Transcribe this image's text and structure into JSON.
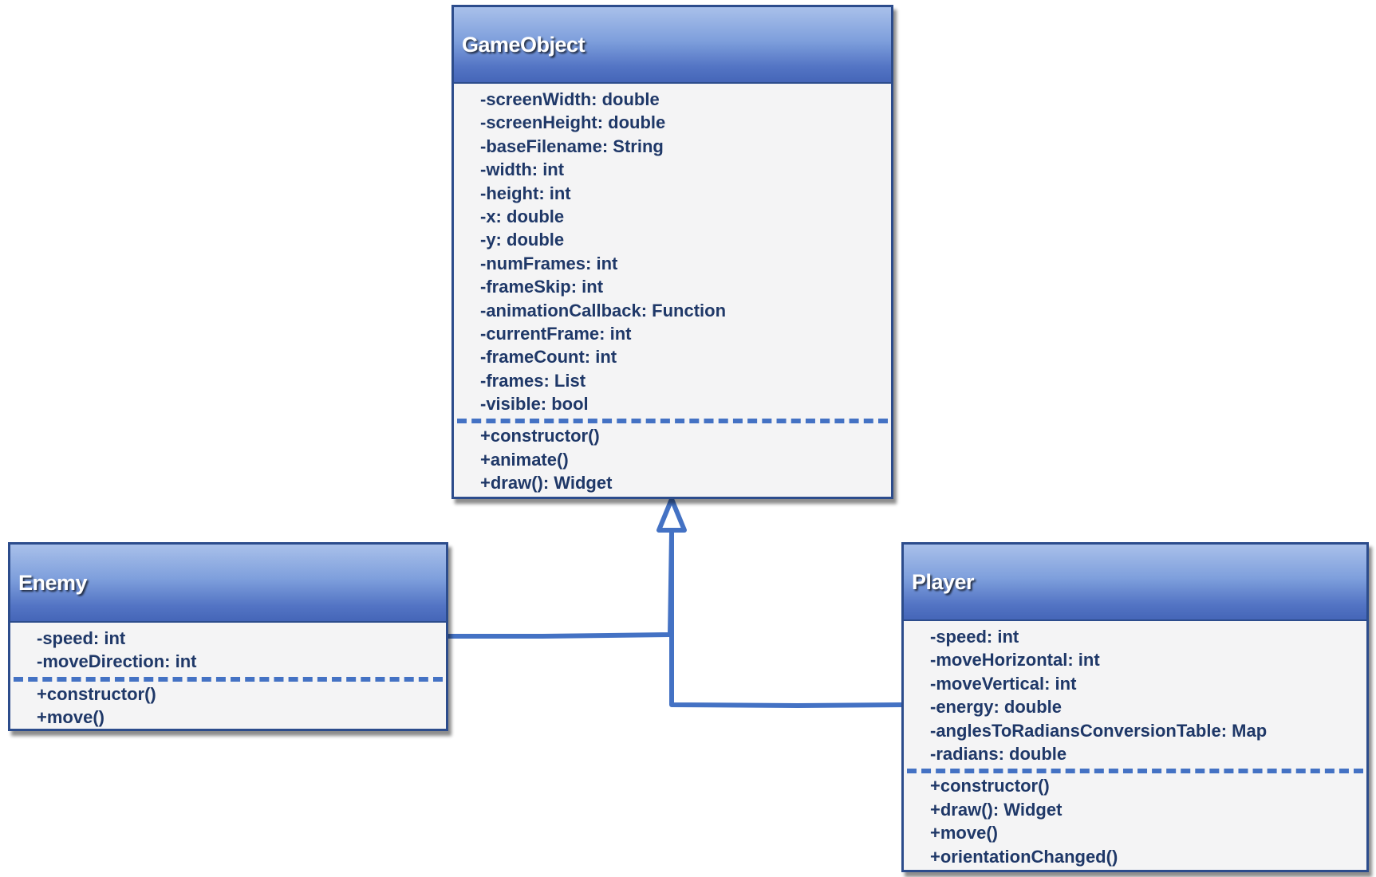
{
  "colors": {
    "header_top": "#a9c0ea",
    "header_bottom": "#4566b8",
    "border": "#2c4c8c",
    "body_fill": "#f4f4f5",
    "member_text": "#1f3868",
    "connector": "#4472c4"
  },
  "classes": {
    "gameobject": {
      "name": "GameObject",
      "attributes": [
        "-screenWidth: double",
        "-screenHeight: double",
        "-baseFilename: String",
        "-width: int",
        "-height: int",
        "-x: double",
        "-y: double",
        "-numFrames: int",
        "-frameSkip: int",
        "-animationCallback: Function",
        "-currentFrame: int",
        "-frameCount: int",
        "-frames: List",
        "-visible: bool"
      ],
      "methods": [
        "+constructor()",
        "+animate()",
        "+draw(): Widget"
      ]
    },
    "enemy": {
      "name": "Enemy",
      "attributes": [
        "-speed: int",
        "-moveDirection: int"
      ],
      "methods": [
        "+constructor()",
        "+move()"
      ]
    },
    "player": {
      "name": "Player",
      "attributes": [
        "-speed: int",
        "-moveHorizontal: int",
        "-moveVertical: int",
        "-energy: double",
        "-anglesToRadiansConversionTable: Map",
        "-radians: double"
      ],
      "methods": [
        "+constructor()",
        "+draw(): Widget",
        "+move()",
        "+orientationChanged()"
      ]
    }
  },
  "relationships": [
    {
      "type": "inheritance",
      "from": "Enemy",
      "to": "GameObject"
    },
    {
      "type": "inheritance",
      "from": "Player",
      "to": "GameObject"
    }
  ]
}
